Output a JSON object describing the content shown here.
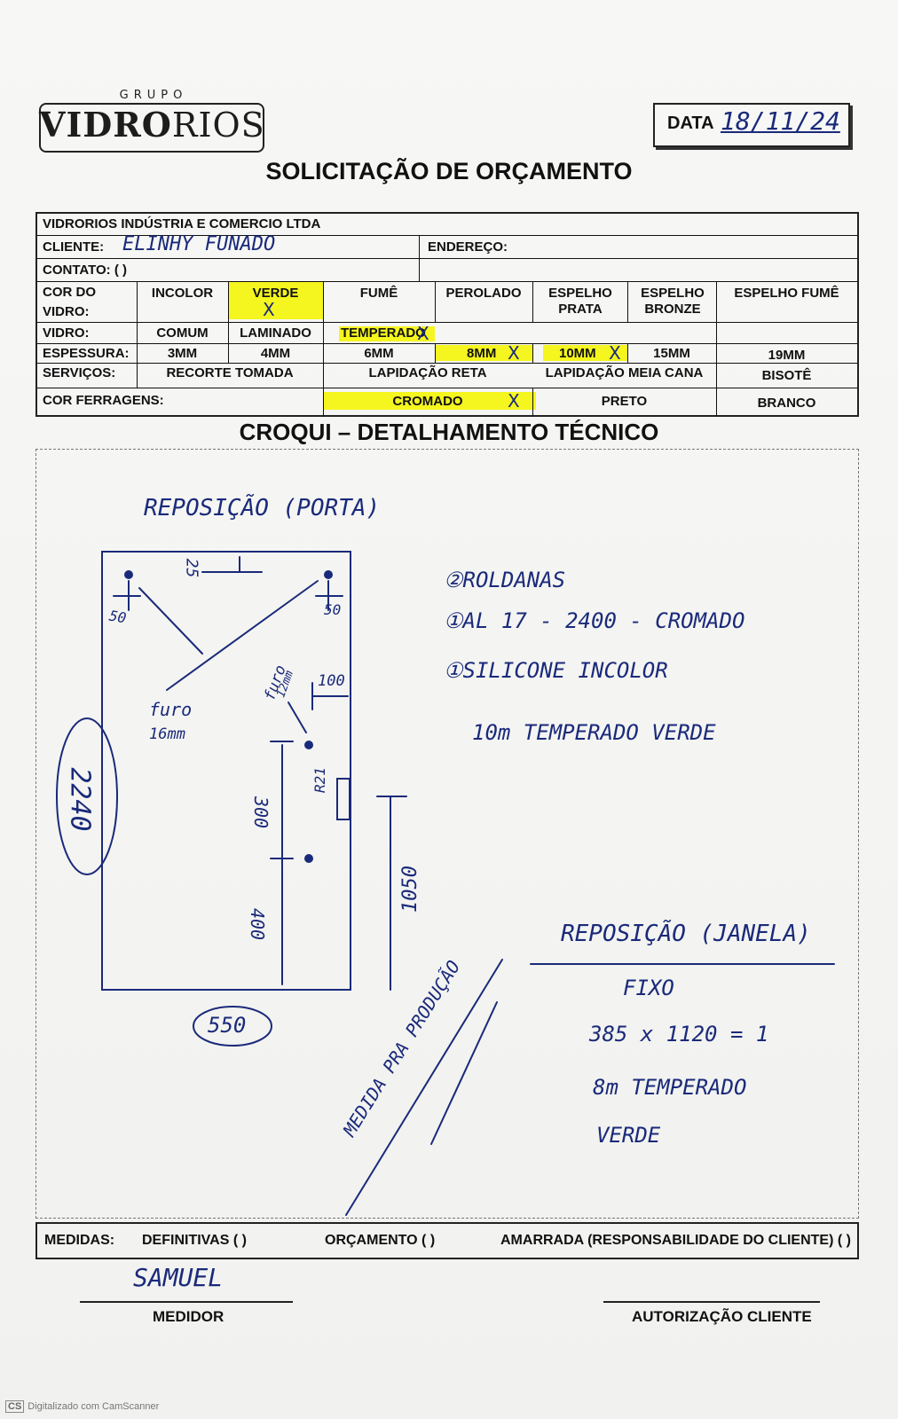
{
  "logo": {
    "grupo": "GRUPO",
    "name_bold": "VIDRO",
    "name_light": "RIOS"
  },
  "date": {
    "label": "DATA",
    "value": "18/11/24"
  },
  "title": "SOLICITAÇÃO DE ORÇAMENTO",
  "form": {
    "company": "VIDRORIOS INDÚSTRIA E COMERCIO LTDA",
    "cliente_label": "CLIENTE:",
    "cliente_value": "ELINHY  FUNADO",
    "endereco_label": "ENDEREÇO:",
    "contato_label": "CONTATO: (   )",
    "cor_label_1": "COR DO",
    "cor_label_2": "VIDRO:",
    "cores": [
      "INCOLOR",
      "VERDE",
      "FUMÊ",
      "PEROLADO",
      "ESPELHO PRATA",
      "ESPELHO BRONZE",
      "ESPELHO FUMÊ"
    ],
    "vidro_label": "VIDRO:",
    "vidros": [
      "COMUM",
      "LAMINADO",
      "TEMPERADO"
    ],
    "espessura_label": "ESPESSURA:",
    "espessuras": [
      "3MM",
      "4MM",
      "6MM",
      "8MM",
      "10MM",
      "15MM",
      "19MM"
    ],
    "servicos_label": "SERVIÇOS:",
    "servicos": [
      "RECORTE TOMADA",
      "LAPIDAÇÃO RETA",
      "LAPIDAÇÃO MEIA CANA",
      "BISOTÊ"
    ],
    "ferragens_label": "COR FERRAGENS:",
    "ferragens": [
      "CROMADO",
      "PRETO",
      "BRANCO"
    ],
    "mark": "X",
    "highlight_color": "#f5f51f"
  },
  "croqui_title": "CROQUI – DETALHAMENTO TÉCNICO",
  "sketch": {
    "heading1": "REPOSIÇÃO (PORTA)",
    "dims": [
      "25",
      "50",
      "50",
      "100",
      "2240",
      "300",
      "400",
      "R21",
      "1050",
      "550"
    ],
    "furo_a": "furo",
    "furo_a2": "16mm",
    "furo_b": "furo",
    "furo_b2": "12mm",
    "items": [
      "②ROLDANAS",
      "①AL 17 - 2400 - CROMADO",
      "①SILICONE INCOLOR",
      "10m  TEMPERADO VERDE"
    ],
    "producao": "MEDIDA PRA PRODUÇÃO",
    "heading2": "REPOSIÇÃO (JANELA)",
    "janela": [
      "FIXO",
      "385 x 1120 = 1",
      "8m  TEMPERADO",
      "VERDE"
    ]
  },
  "medidas": {
    "label": "MEDIDAS:",
    "definitivas": "DEFINITIVAS (   )",
    "orcamento": "ORÇAMENTO (   )",
    "amarrada": "AMARRADA (RESPONSABILIDADE DO CLIENTE) (   )"
  },
  "signatures": {
    "medidor_name": "SAMUEL",
    "medidor_label": "MEDIDOR",
    "cliente_label": "AUTORIZAÇÃO CLIENTE"
  },
  "footer": {
    "badge": "CS",
    "text": "Digitalizado com CamScanner"
  }
}
